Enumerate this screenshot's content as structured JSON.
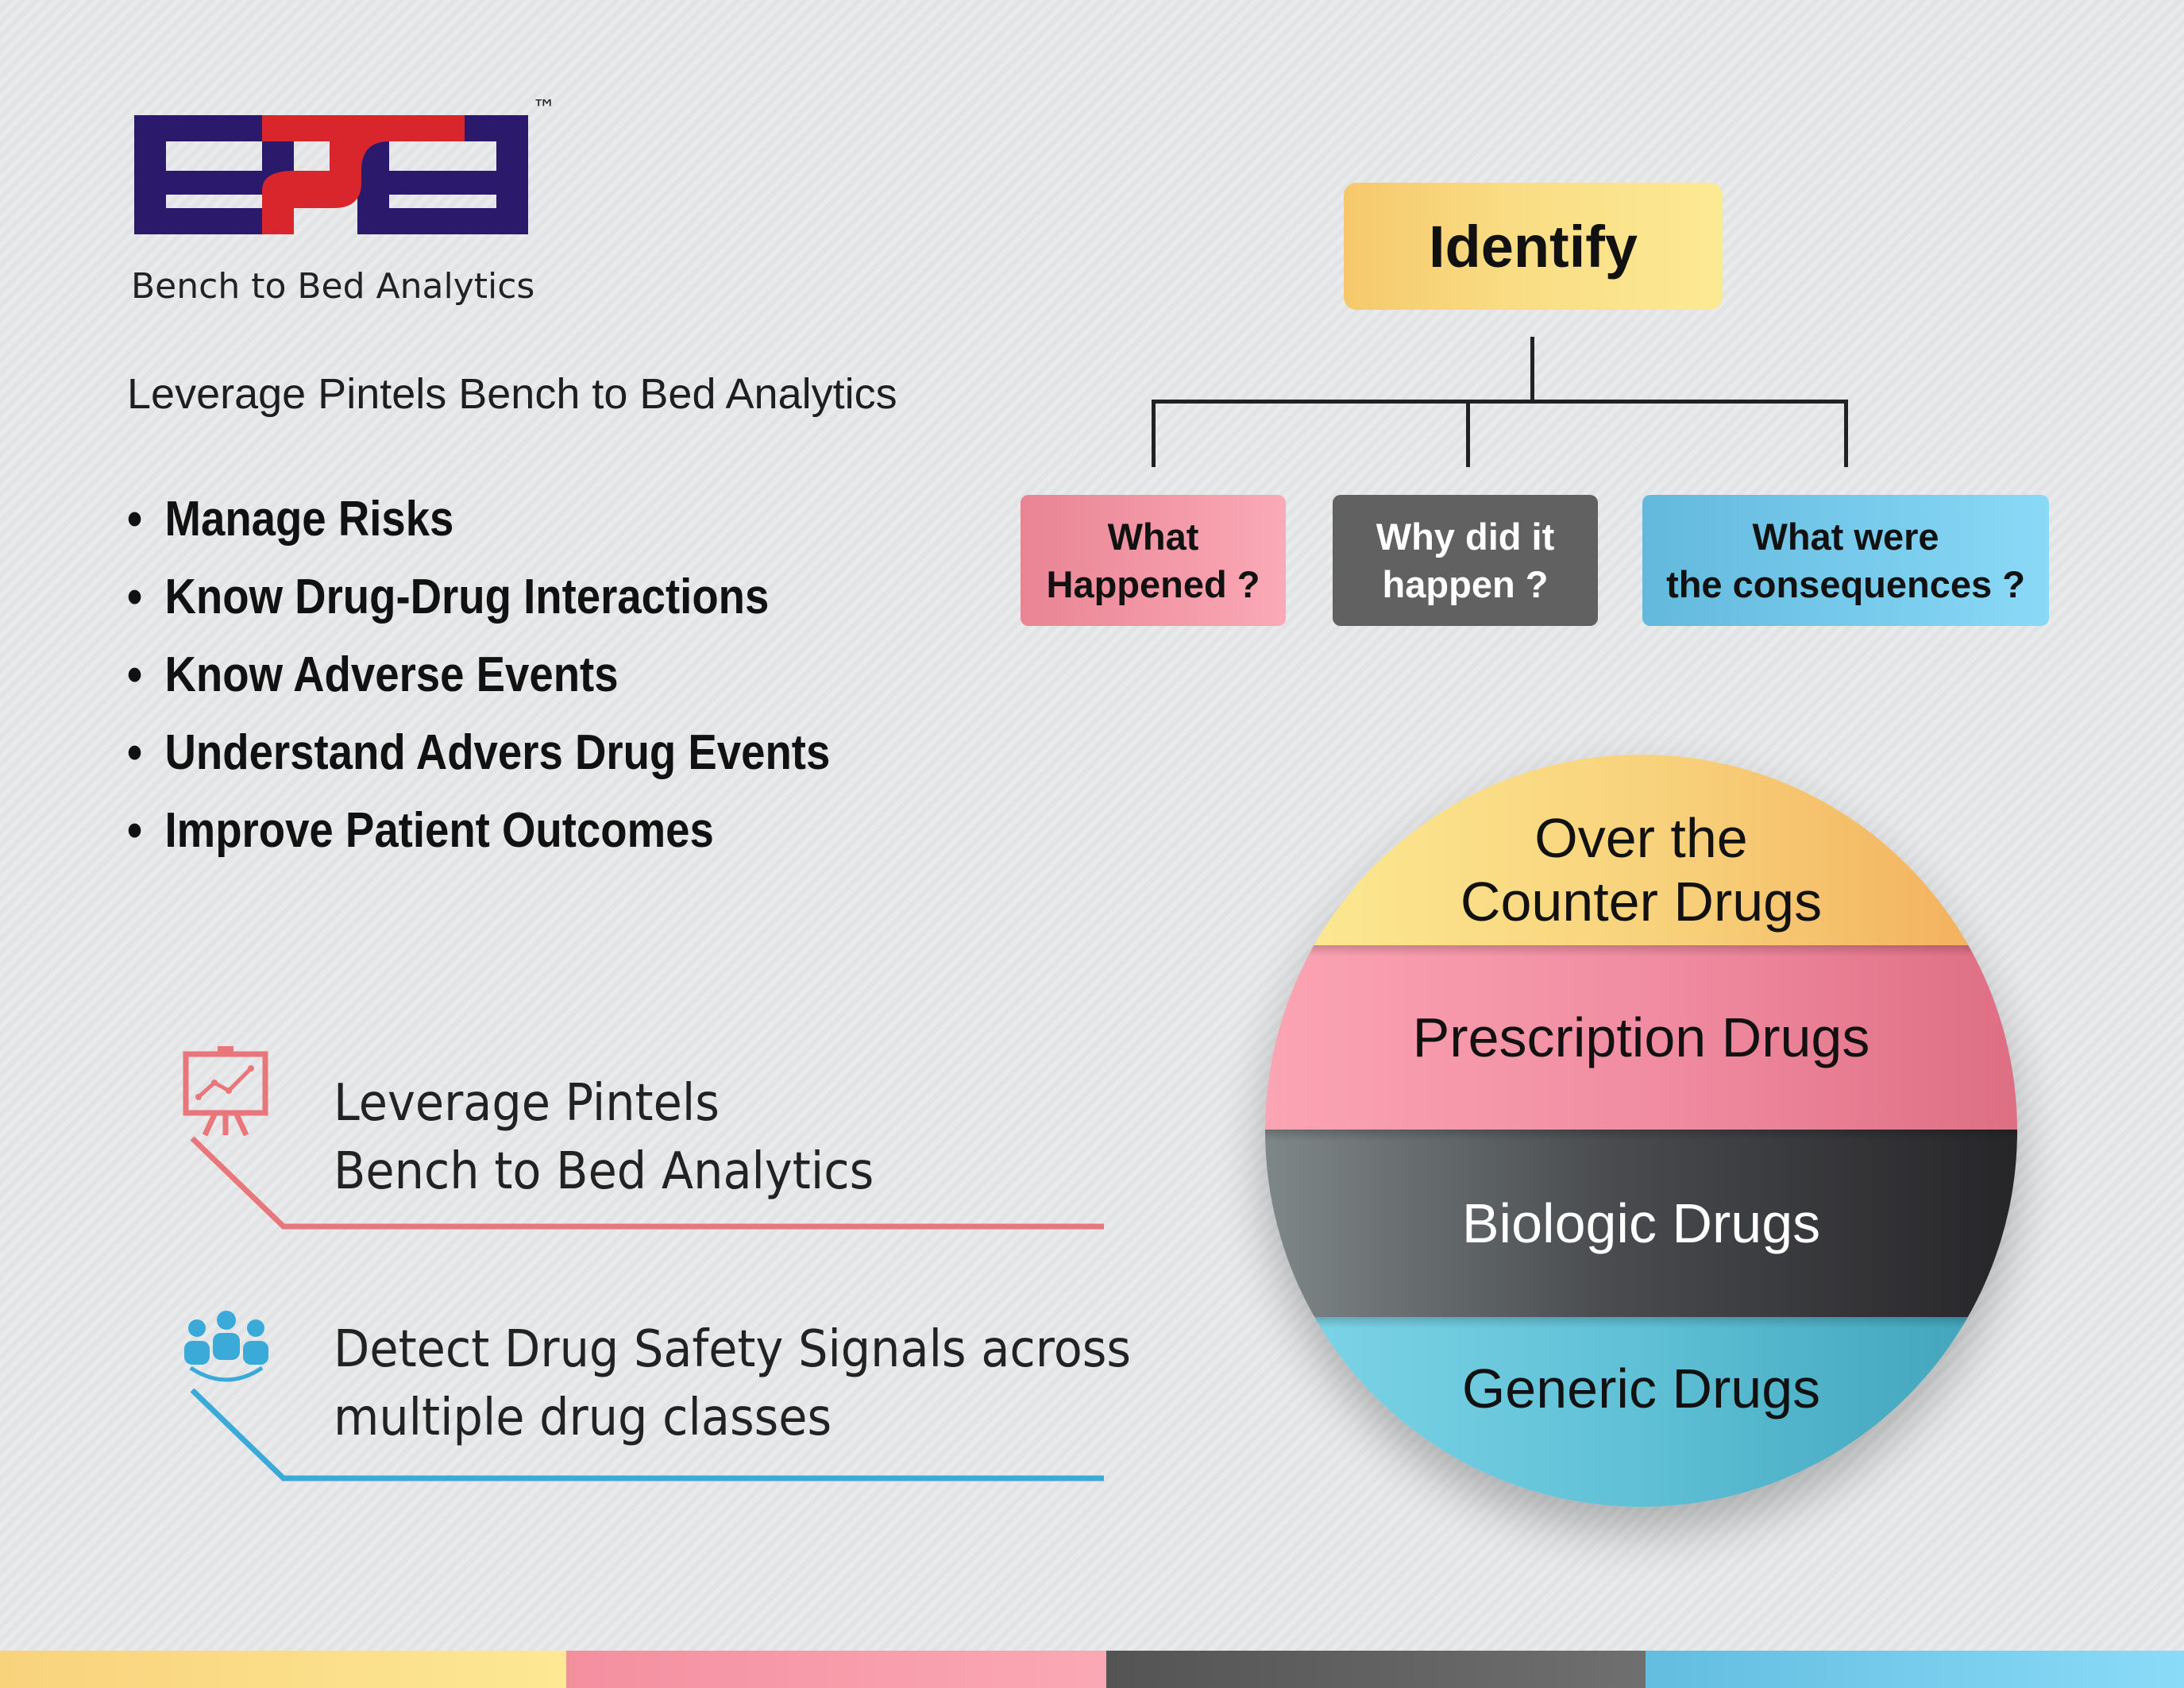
{
  "logo": {
    "letters": "B2B",
    "trademark": "™",
    "tagline": "Bench to Bed Analytics",
    "colors": {
      "navy": "#2b1a6b",
      "red": "#d9262c"
    }
  },
  "intro": "Leverage Pintels Bench to Bed Analytics",
  "bullets": [
    "Manage Risks",
    "Know Drug-Drug Interactions",
    "Know Adverse Events",
    "Understand Advers Drug Events",
    "Improve Patient Outcomes"
  ],
  "identify_tree": {
    "root": "Identify",
    "children": [
      {
        "label": "What\nHappened ?",
        "color": "#f59aaa"
      },
      {
        "label": "Why did it\nhappen ?",
        "color": "#616161"
      },
      {
        "label": "What were\nthe consequences ?",
        "color": "#7ccdee"
      }
    ]
  },
  "drug_classes": [
    {
      "label": "Over the\nCounter Drugs",
      "color": "#f9d27c"
    },
    {
      "label": "Prescription Drugs",
      "color": "#f08aa0"
    },
    {
      "label": "Biologic Drugs",
      "color": "#3a3b3e"
    },
    {
      "label": "Generic Drugs",
      "color": "#5fc0d6"
    }
  ],
  "features": [
    {
      "icon": "presentation-chart-icon",
      "text": "Leverage Pintels\nBench to Bed Analytics",
      "color": "#e8767a"
    },
    {
      "icon": "team-group-icon",
      "text": "Detect Drug Safety Signals across\nmultiple drug classes",
      "color": "#3aaad8"
    }
  ],
  "bottom_bar_colors": [
    "#fbe08a",
    "#f69eae",
    "#626262",
    "#78cdef"
  ]
}
